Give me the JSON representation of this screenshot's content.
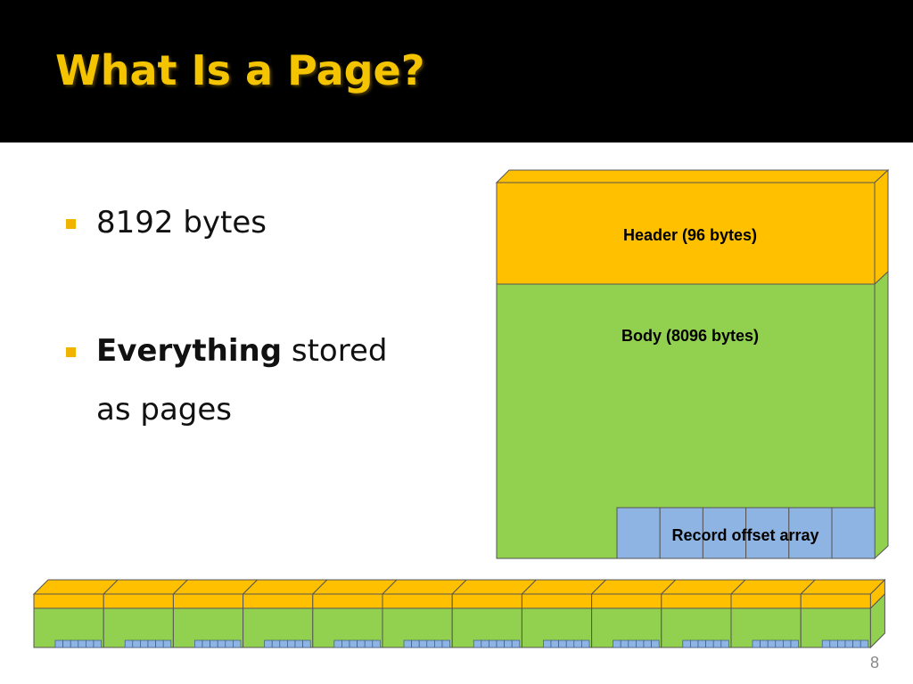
{
  "slide": {
    "title": "What Is a Page?",
    "bullets": [
      {
        "text": "8192 bytes"
      },
      {
        "bold": "Everything",
        "text": "stored",
        "continuation": "as pages"
      }
    ],
    "page_number": "8"
  },
  "diagram": {
    "header_label": "Header (96 bytes)",
    "body_label": "Body (8096 bytes)",
    "offset_label": "Record offset array",
    "mini_page_count": 12,
    "colors": {
      "header": "#ffc000",
      "body": "#92d050",
      "offset": "#8eb4e3",
      "title": "#f5c400",
      "bullet": "#f0b400"
    }
  }
}
